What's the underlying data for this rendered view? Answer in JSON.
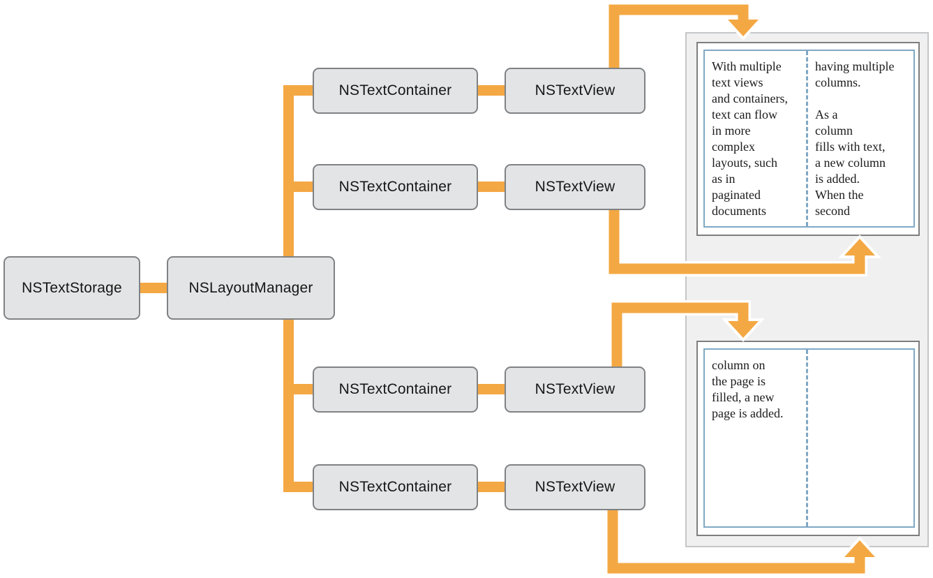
{
  "colors": {
    "orange": "#F4A843",
    "node_fill": "#E3E4E5",
    "node_border": "#7F8285",
    "panel_fill": "#F0F0F1",
    "panel_border": "#C5C6C7",
    "page_border": "#7E7E7E",
    "blue": "#7FA8C5",
    "text": "#161616"
  },
  "nodes": {
    "storage": "NSTextStorage",
    "manager": "NSLayoutManager",
    "container": "NSTextContainer",
    "view": "NSTextView"
  },
  "page1": {
    "left": [
      "With multiple",
      "text views",
      "and containers,",
      "text can flow",
      "in more",
      "complex",
      "layouts, such",
      "as in",
      "paginated",
      "documents"
    ],
    "right": [
      "having multiple",
      "columns.",
      "",
      "As a",
      "column",
      "fills with text,",
      "a new column",
      "is added.",
      "When the",
      "second"
    ]
  },
  "page2": {
    "left": [
      "column on",
      "the page is",
      "filled, a new",
      "page is added."
    ],
    "right": []
  }
}
